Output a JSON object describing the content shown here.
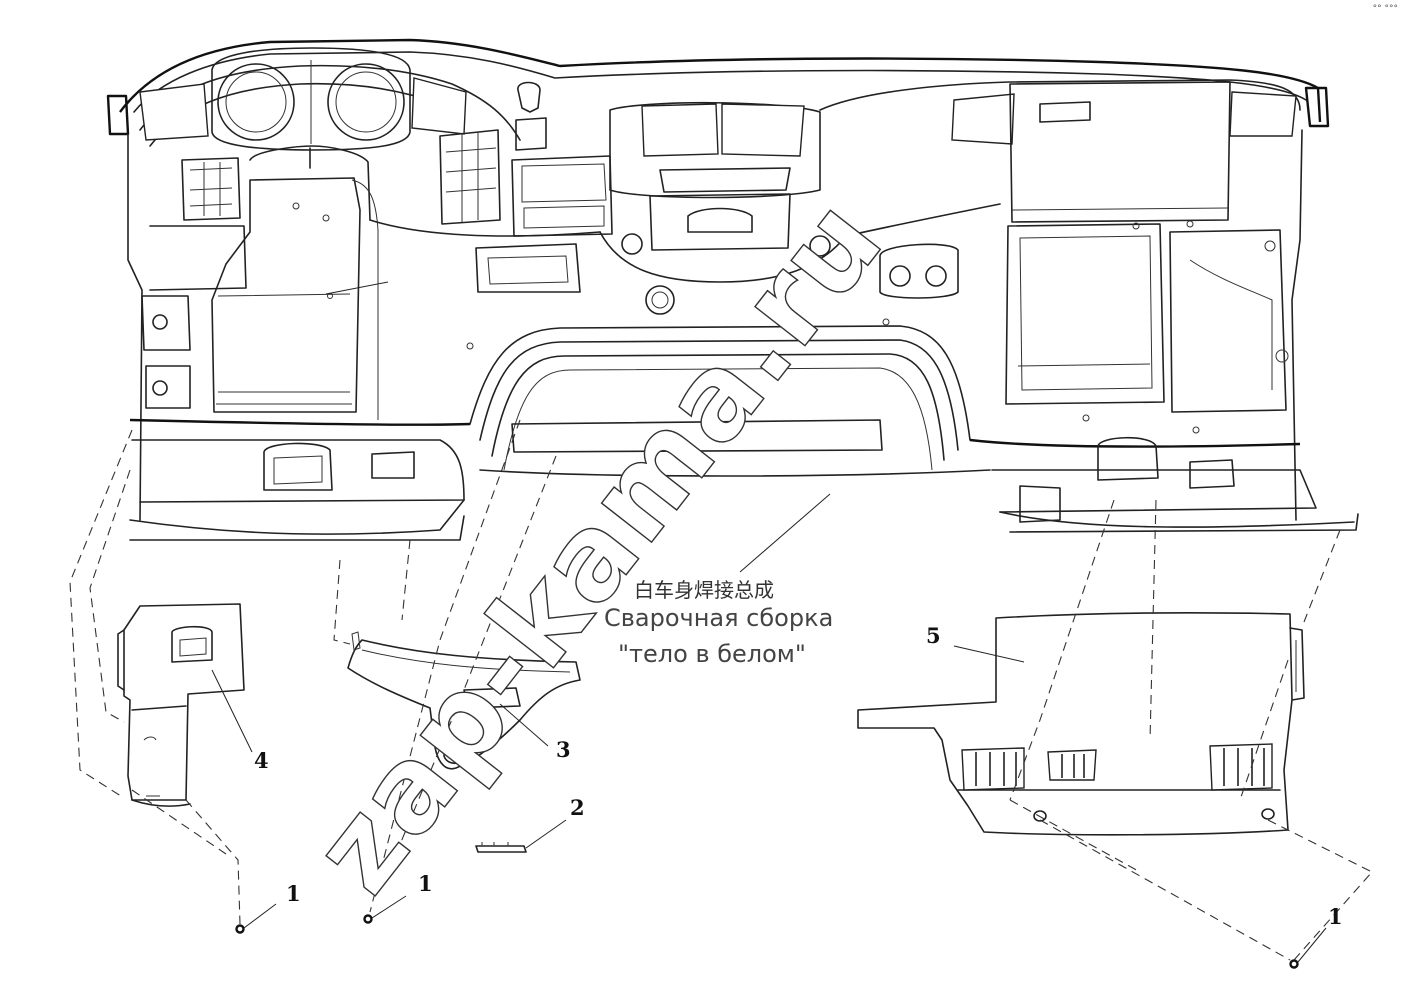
{
  "diagram": {
    "caption": {
      "chinese": "白车身焊接总成",
      "russian_line1": "Сварочная сборка",
      "russian_line2": "\"тело в белом\""
    },
    "part_labels": {
      "fastener_left": "1",
      "fastener_center": "1",
      "fastener_right": "1",
      "clip": "2",
      "lower_trim": "3",
      "side_panel": "4",
      "right_panel": "5"
    },
    "watermark": "zap-kama.ru",
    "corner_mark": "°° °°°"
  }
}
